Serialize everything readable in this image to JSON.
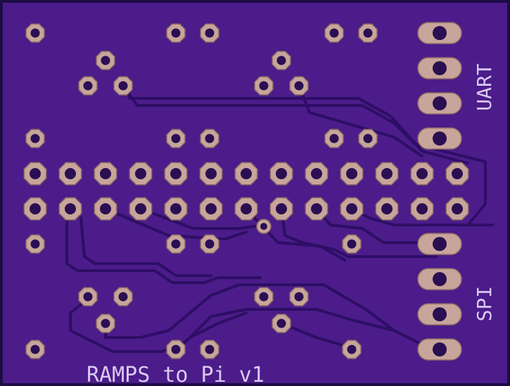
{
  "board": {
    "title": "RAMPS to Pi v1",
    "labels": {
      "uart": "UART",
      "spi": "SPI"
    }
  },
  "colors": {
    "board": "#4b1c8a",
    "outline": "#1e0c46",
    "trace": "#2e0e66",
    "pad": "#c8a59a",
    "pad_edge": "#8f6d66",
    "hole": "#2a0f52",
    "silk": "#d9c9ee"
  },
  "components": {
    "header_rows": 2,
    "header_columns": 13,
    "uart_pins": 4,
    "spi_pins": 4
  }
}
